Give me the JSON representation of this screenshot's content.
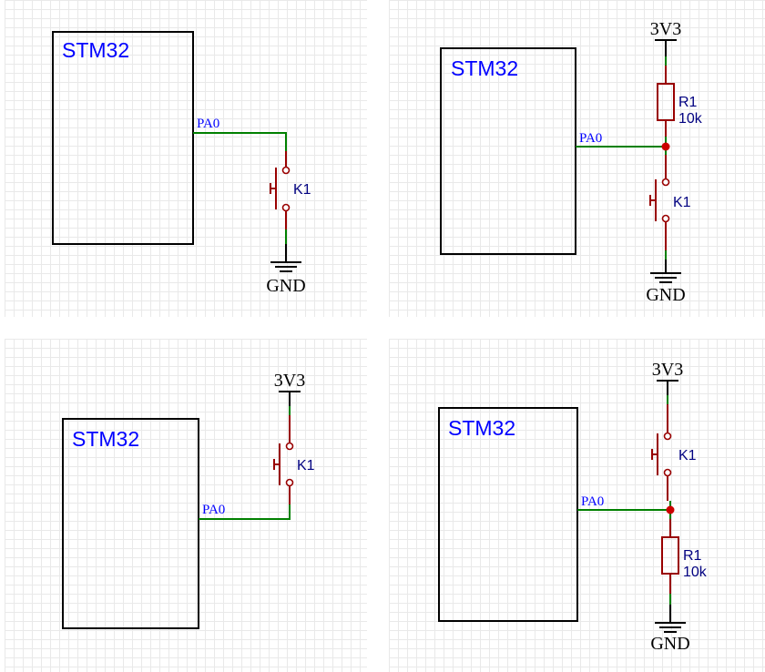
{
  "colors": {
    "chip_label": "#0000ff",
    "net_label": "#0000ff",
    "part_label": "#000080",
    "wire": "#008000",
    "component": "#990000",
    "junction": "#cc0000",
    "power": "#000000"
  },
  "panels": [
    {
      "chip": "STM32",
      "net": "PA0",
      "switch": "K1",
      "ground": "GND"
    },
    {
      "chip": "STM32",
      "net": "PA0",
      "switch": "K1",
      "resistor": "R1",
      "resistor_value": "10k",
      "supply": "3V3",
      "ground": "GND"
    },
    {
      "chip": "STM32",
      "net": "PA0",
      "switch": "K1",
      "supply": "3V3"
    },
    {
      "chip": "STM32",
      "net": "PA0",
      "switch": "K1",
      "resistor": "R1",
      "resistor_value": "10k",
      "supply": "3V3",
      "ground": "GND"
    }
  ]
}
